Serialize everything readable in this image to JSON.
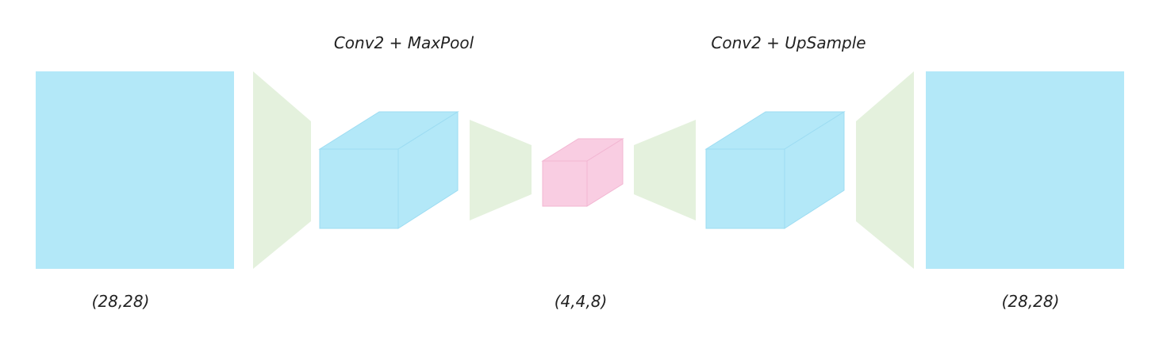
{
  "colors": {
    "image_fill": "#b3e8f8",
    "cube_front": "#b3e8f8",
    "cube_edge": "#9ddcf2",
    "layer_fill": "#e4f1dd",
    "latent_fill": "#f9cde2",
    "latent_edge": "#f2b6d2",
    "text": "#222222"
  },
  "labels": {
    "encoder_op": "Conv2 + MaxPool",
    "decoder_op": "Conv2 + UpSample",
    "input_shape": "(28,28)",
    "latent_shape": "(4,4,8)",
    "output_shape": "(28,28)"
  }
}
